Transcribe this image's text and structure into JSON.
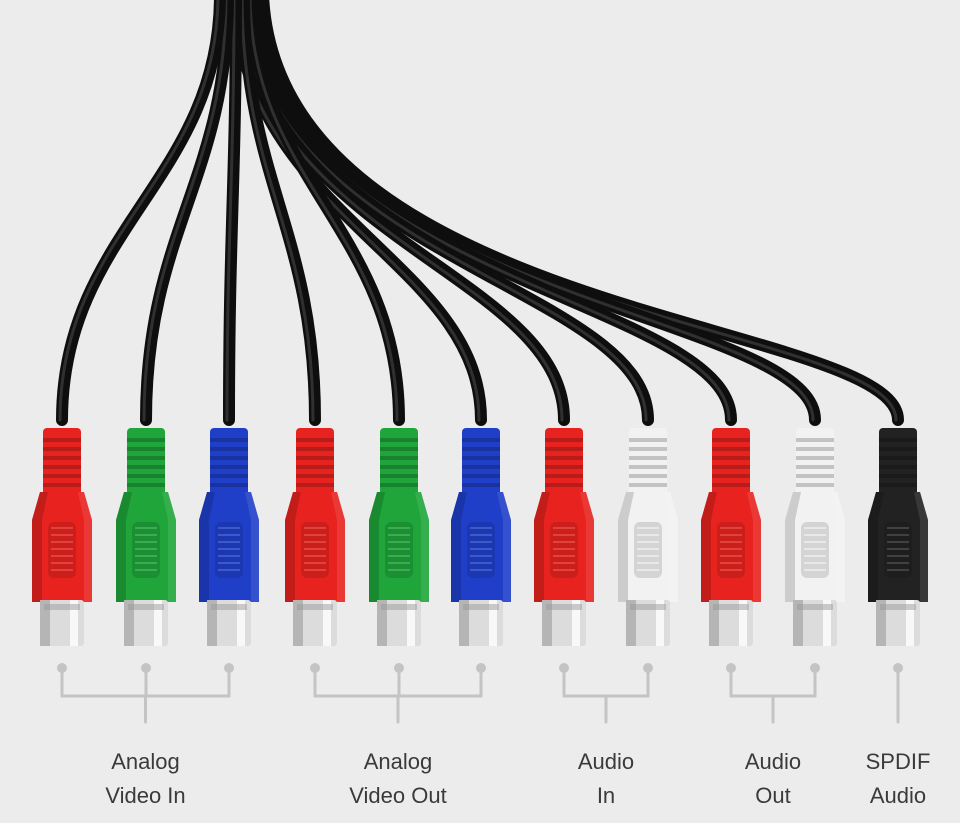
{
  "colors": {
    "background": "#ececec",
    "cable": "#1f1f1f",
    "bracket": "#c4c4c4",
    "label_text": "#3a3a3a",
    "connector_red": "#e8231f",
    "connector_green": "#1fa53a",
    "connector_blue": "#1f3fc9",
    "connector_white": "#f2f2f2",
    "connector_black": "#222222"
  },
  "connectors": [
    {
      "color": "red",
      "group": "analog-video-in"
    },
    {
      "color": "green",
      "group": "analog-video-in"
    },
    {
      "color": "blue",
      "group": "analog-video-in"
    },
    {
      "color": "red",
      "group": "analog-video-out"
    },
    {
      "color": "green",
      "group": "analog-video-out"
    },
    {
      "color": "blue",
      "group": "analog-video-out"
    },
    {
      "color": "red",
      "group": "audio-in"
    },
    {
      "color": "white",
      "group": "audio-in"
    },
    {
      "color": "red",
      "group": "audio-out"
    },
    {
      "color": "white",
      "group": "audio-out"
    },
    {
      "color": "black",
      "group": "spdif-audio"
    }
  ],
  "groups": [
    {
      "id": "analog-video-in",
      "line1": "Analog",
      "line2": "Video In"
    },
    {
      "id": "analog-video-out",
      "line1": "Analog",
      "line2": "Video Out"
    },
    {
      "id": "audio-in",
      "line1": "Audio",
      "line2": "In"
    },
    {
      "id": "audio-out",
      "line1": "Audio",
      "line2": "Out"
    },
    {
      "id": "spdif-audio",
      "line1": "SPDIF",
      "line2": "Audio"
    }
  ]
}
